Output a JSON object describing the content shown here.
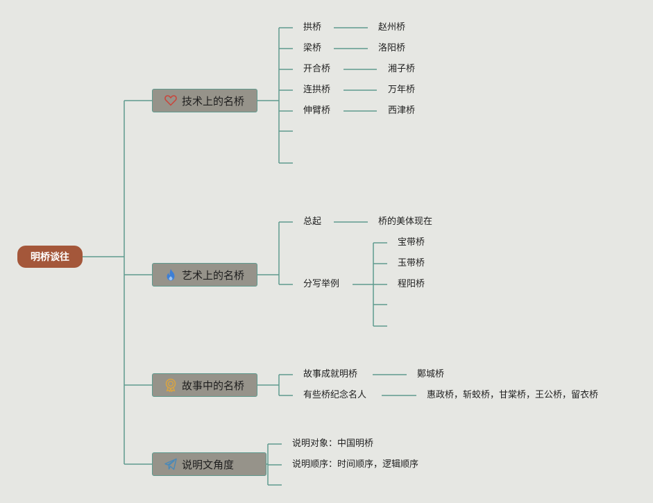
{
  "root": {
    "label": "明桥谈往"
  },
  "branches": [
    {
      "label": "技术上的名桥",
      "icon": "heart-icon",
      "children": [
        {
          "label": "拱桥",
          "leaf": "赵州桥"
        },
        {
          "label": "梁桥",
          "leaf": "洛阳桥"
        },
        {
          "label": "开合桥",
          "leaf": "湘子桥"
        },
        {
          "label": "连拱桥",
          "leaf": "万年桥"
        },
        {
          "label": "伸臂桥",
          "leaf": "西津桥"
        }
      ]
    },
    {
      "label": "艺术上的名桥",
      "icon": "flame-icon",
      "children": [
        {
          "label": "总起",
          "leaf": "桥的美体现在"
        },
        {
          "label": "分写举例",
          "leaves": [
            "宝带桥",
            "玉带桥",
            "程阳桥"
          ]
        }
      ]
    },
    {
      "label": "故事中的名桥",
      "icon": "award-badge-icon",
      "children": [
        {
          "label": "故事成就明桥",
          "leaf": "鄚城桥"
        },
        {
          "label": "有些桥纪念名人",
          "leaf": "惠政桥，斩蛟桥，甘棠桥，王公桥，留衣桥"
        }
      ]
    },
    {
      "label": "说明文角度",
      "icon": "paper-plane-icon",
      "children": [
        {
          "label": "说明对象：中国明桥"
        },
        {
          "label": "说明顺序：时间顺序，逻辑顺序"
        }
      ]
    }
  ],
  "colors": {
    "background": "#e6e7e3",
    "root_fill": "#a4573a",
    "branch_fill": "#96938a",
    "line": "#5e9a8e",
    "heart": "#c8463c",
    "flame": "#3d7fd6",
    "badge": "#d9a441",
    "plane": "#4a89b8"
  }
}
